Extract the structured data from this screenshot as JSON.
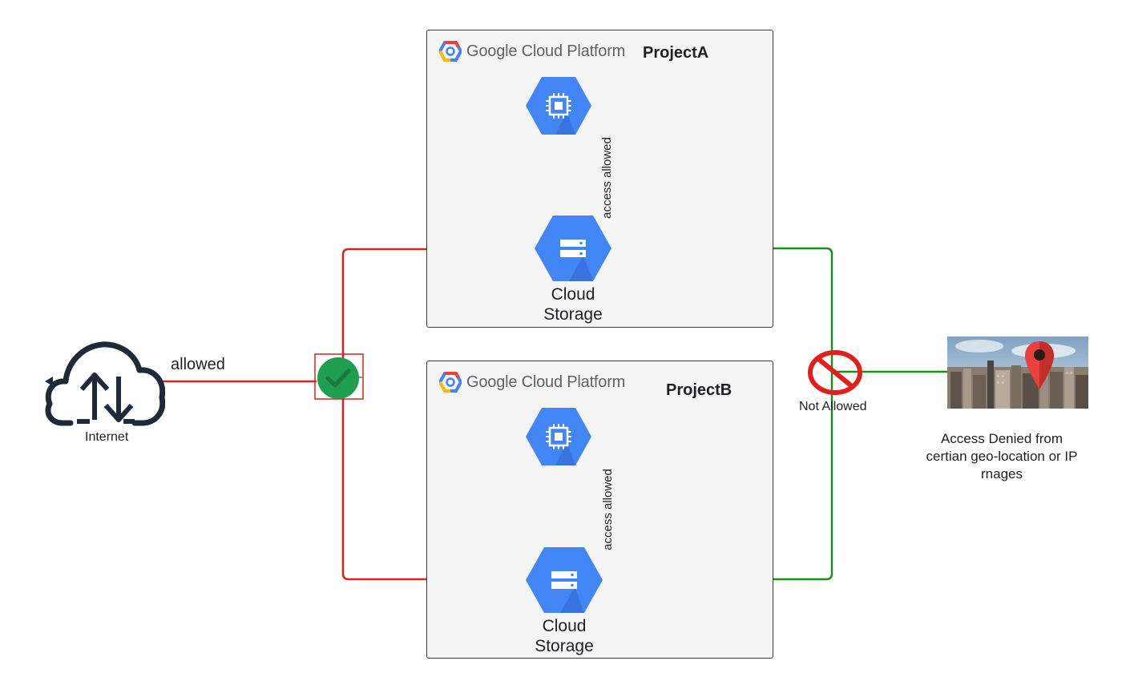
{
  "projects": [
    {
      "name": "ProjectA",
      "logo_text": "Google Cloud Platform",
      "access_label": "access allowed",
      "storage_line1": "Cloud",
      "storage_line2": "Storage"
    },
    {
      "name": "ProjectB",
      "logo_text": "Google Cloud Platform",
      "access_label": "access allowed",
      "storage_line1": "Cloud",
      "storage_line2": "Storage"
    }
  ],
  "internet": {
    "label": "Internet",
    "icon": "cloud-upload-download-icon"
  },
  "allowed_label": "allowed",
  "not_allowed_label": "Not Allowed",
  "geo": {
    "line1": "Access Denied from",
    "line2": "certian geo-location or IP",
    "line3": "rnages",
    "icon": "map-pin-icon"
  },
  "colors": {
    "allowed_red": "#d9231f",
    "allowed_green": "#1a8f1a",
    "gcp_blue": "#4285f4",
    "check_green": "#1e9e4f",
    "deny_red": "#e0201d"
  }
}
